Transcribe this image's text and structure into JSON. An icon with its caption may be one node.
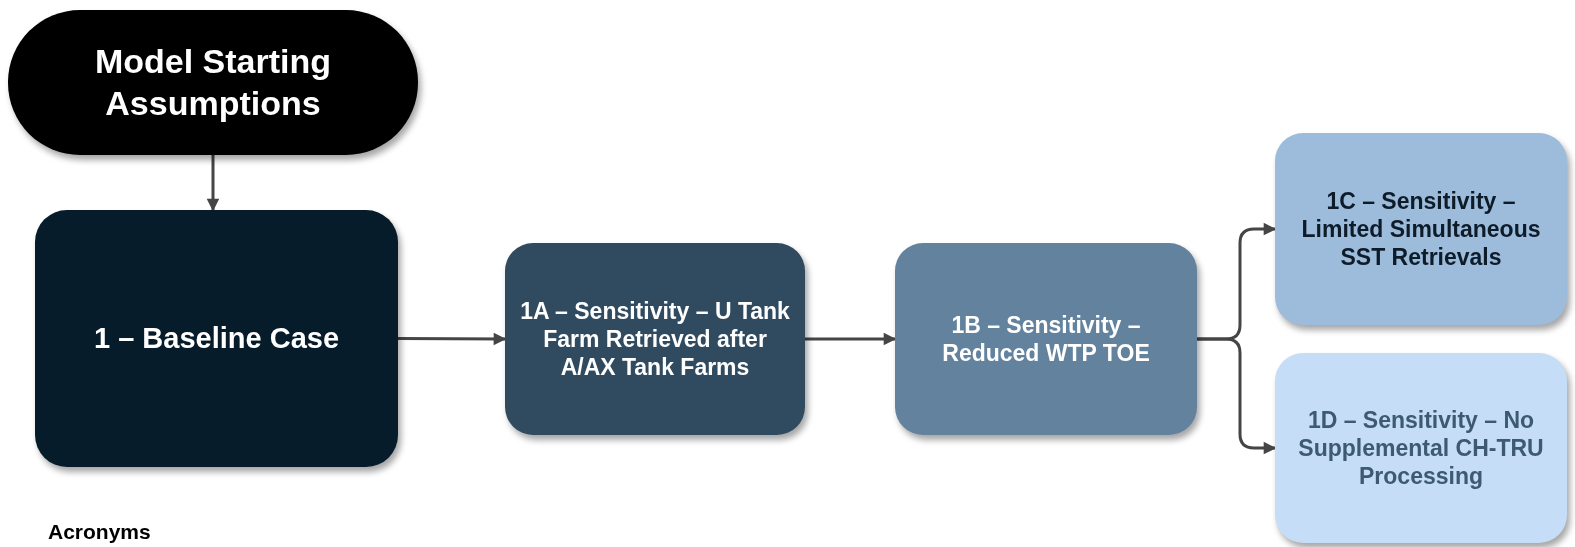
{
  "diagram": {
    "nodes": [
      {
        "text": [
          "Model Starting Assumptions"
        ]
      },
      {
        "text": [
          "1 – Baseline Case"
        ]
      },
      {
        "text": [
          "1A – Sensitivity – U Tank Farm Retrieved after A/AX Tank Farms"
        ]
      },
      {
        "text": [
          "1B – Sensitivity – Reduced WTP TOE"
        ]
      },
      {
        "text": [
          "1C – Sensitivity – Limited Simultaneous SST Retrievals"
        ]
      },
      {
        "text": [
          "1D – Sensitivity – No Supplemental CH-TRU Processing"
        ]
      }
    ],
    "edges": [
      {
        "from": 0,
        "to": 1,
        "arrow": "to"
      },
      {
        "from": 1,
        "to": 2,
        "arrow": "to"
      },
      {
        "from": 2,
        "to": 3,
        "arrow": "to"
      },
      {
        "from": 3,
        "to": 4,
        "arrow": "to"
      },
      {
        "from": 3,
        "to": 5,
        "arrow": "to"
      }
    ],
    "labels": [
      "Acronyms"
    ]
  }
}
